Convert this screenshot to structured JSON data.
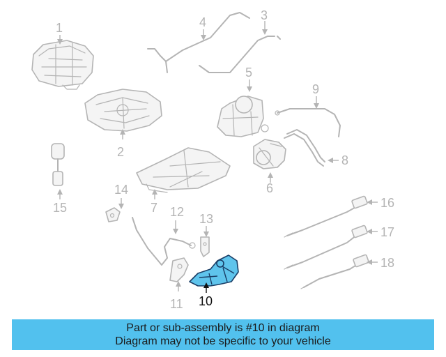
{
  "diagram": {
    "callouts": [
      "1",
      "2",
      "3",
      "4",
      "5",
      "6",
      "7",
      "8",
      "9",
      "10",
      "11",
      "12",
      "13",
      "14",
      "15",
      "16",
      "17",
      "18"
    ],
    "highlighted_part": "10",
    "colors": {
      "highlight_fill": "#5fc4ec",
      "highlight_stroke": "#1a3e66",
      "part_stroke": "#b4b4b4",
      "banner": "#52c1ee"
    }
  },
  "banner": {
    "line1": "Part or sub-assembly is #10 in diagram",
    "line2": "Diagram may not be specific to your vehicle"
  }
}
